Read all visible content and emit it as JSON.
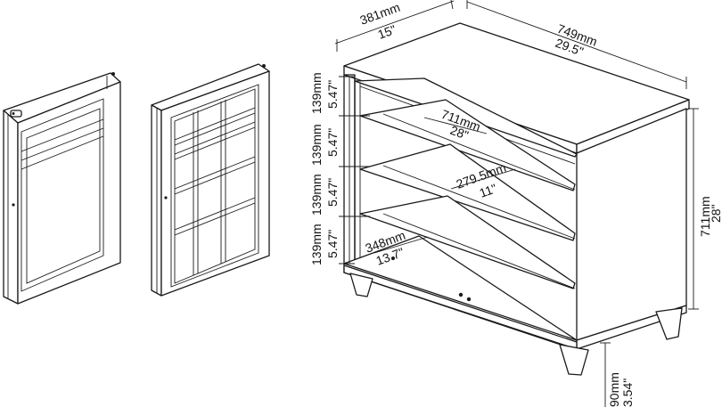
{
  "dimensions": {
    "depth_mm": "381mm",
    "depth_in": "15\"",
    "width_mm": "749mm",
    "width_in": "29.5\"",
    "height_mm": "711mm",
    "height_in": "28\"",
    "shelf_width_mm": "711mm",
    "shelf_width_in": "28\"",
    "shelf_depth_mm": "279.5mm",
    "shelf_depth_in": "11\"",
    "bottom_depth_mm": "348mm",
    "bottom_depth_in": "13.7\"",
    "compartment1_mm": "139mm",
    "compartment1_in": "5.47\"",
    "compartment2_mm": "139mm",
    "compartment2_in": "5.47\"",
    "compartment3_mm": "139mm",
    "compartment3_in": "5.47\"",
    "compartment4_mm": "139mm",
    "compartment4_in": "5.47\"",
    "leg_mm": "90mm",
    "leg_in": "3.54\""
  }
}
